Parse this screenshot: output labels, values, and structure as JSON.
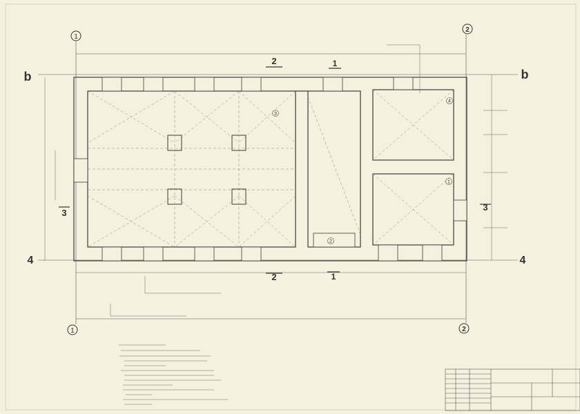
{
  "drawing": {
    "grid_labels": {
      "col_left": "1",
      "col_right": "2",
      "row_top": "b",
      "row_bottom": "4"
    },
    "section_marks": {
      "s2": "2",
      "s1": "1",
      "s3": "3"
    },
    "room_numbers": [
      "1",
      "2",
      "3",
      "4"
    ]
  },
  "colors": {
    "paper": "#f4f1de",
    "ink": "#3a3a3a",
    "light_ink": "#8a8a80"
  }
}
